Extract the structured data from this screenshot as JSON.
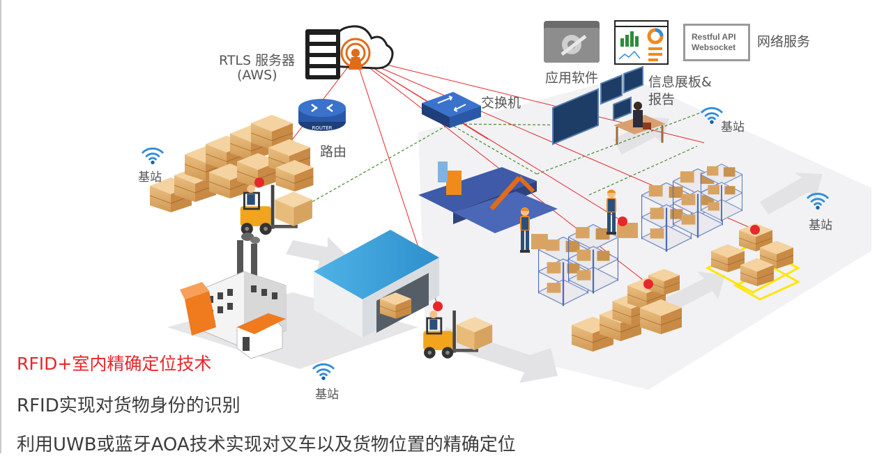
{
  "labels": {
    "rtls_server_line1": "RTLS 服务器",
    "rtls_server_line2": "(AWS)",
    "router": "路由",
    "switch": "交换机",
    "app_software": "应用软件",
    "dashboard_line1": "信息展板&",
    "dashboard_line2": "报告",
    "network_service": "网络服务",
    "api_line1": "Restful API",
    "api_line2": "Websocket",
    "router_badge": "ROUTER",
    "base_station_left": "基站",
    "base_station_bottom": "基站",
    "base_station_top_right": "基站",
    "base_station_right": "基站"
  },
  "captions": {
    "line1": "RFID+室内精确定位技术",
    "line2": "RFID实现对货物身份的识别",
    "line3": "利用UWB或蓝牙AOA技术实现对叉车以及货物位置的精确定位"
  },
  "colors": {
    "accent_red": "#e8262b",
    "signal_line": "#e8262b",
    "network_line": "#3f8a2a",
    "wifi_blue": "#2f8ed8",
    "label_gray": "#555555",
    "box_tan": "#e3b270",
    "floor_gray": "#efeff1",
    "roof_blue": "#3fa5dd",
    "forklift_yellow": "#f2a51c",
    "pallet_yellow_outline": "#ffe600"
  },
  "icons": [
    "cloud-icon",
    "server-icon",
    "router-icon",
    "switch-icon",
    "gear-folder-icon",
    "dashboard-chart-icon",
    "wifi-icon",
    "factory-icon",
    "warehouse-icon",
    "forklift-icon",
    "worker-icon",
    "shelf-icon",
    "monitor-icon",
    "location-tag-icon"
  ]
}
